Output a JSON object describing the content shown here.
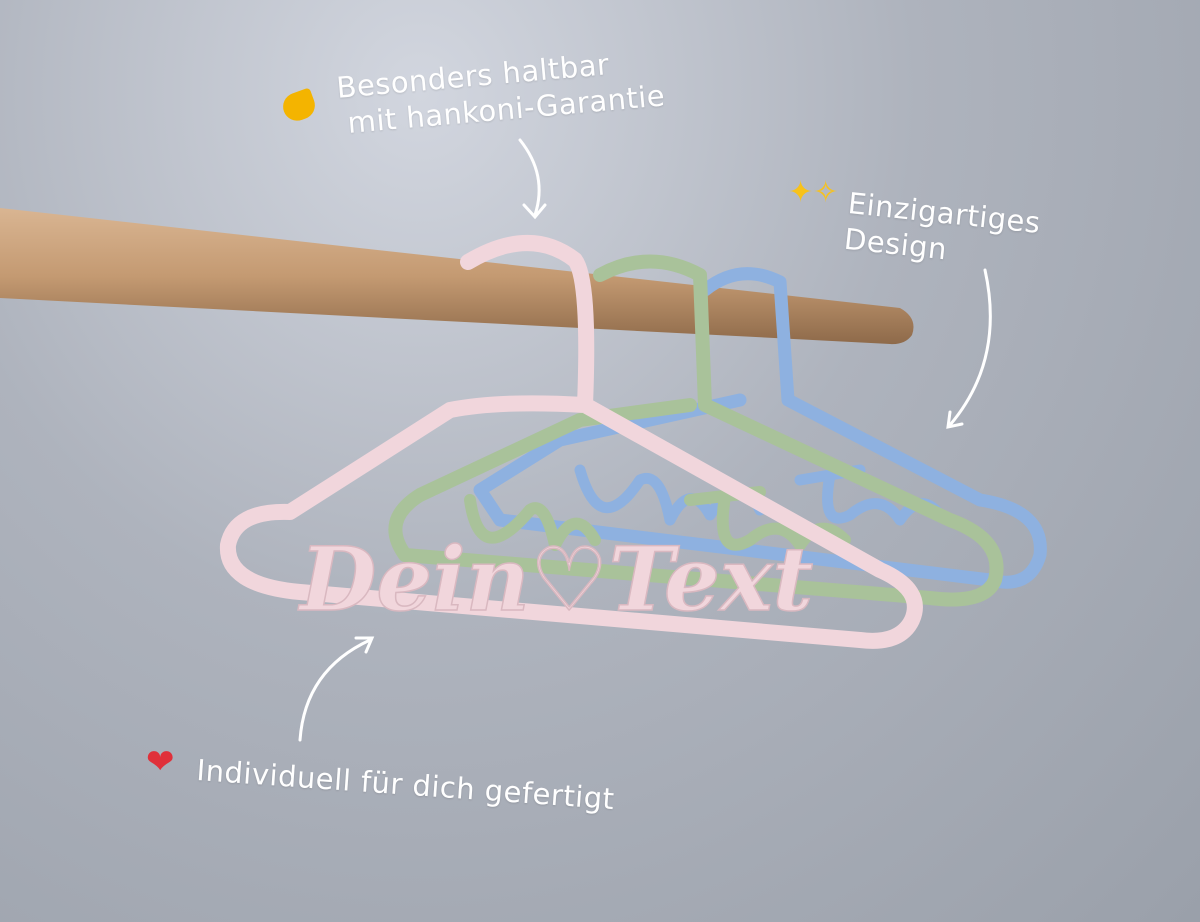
{
  "annotations": {
    "durability": {
      "line1": "Besonders haltbar",
      "line2": "mit hankoni-Garantie",
      "icon": "flexed-biceps-emoji"
    },
    "design": {
      "line1": "Einzigartiges",
      "line2": "Design",
      "icon": "sparkles-emoji"
    },
    "custom": {
      "line1": "Individuell für dich gefertigt",
      "icon": "red-heart-emoji"
    }
  },
  "product": {
    "hanger_text": "Dein♡Text",
    "colors": {
      "pink": "#f1d6dc",
      "green": "#a9c29a",
      "blue": "#8eb1e0",
      "wood": "#c9a07a"
    }
  }
}
